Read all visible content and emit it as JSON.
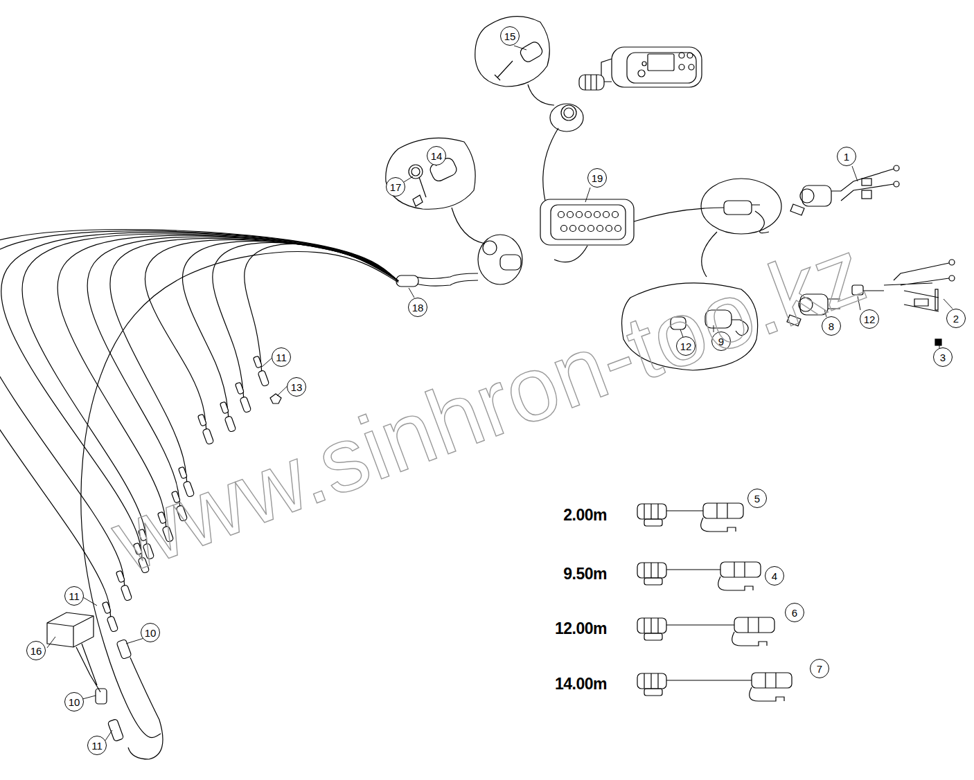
{
  "diagram": {
    "labels": [
      "1",
      "2",
      "3",
      "4",
      "5",
      "6",
      "7",
      "8",
      "9",
      "10",
      "10",
      "11",
      "11",
      "11",
      "12",
      "12",
      "13",
      "14",
      "15",
      "16",
      "17",
      "18",
      "19",
      "2.00m",
      "9.50m",
      "12.00m",
      "14.00m",
      "www.sinhron-too.kz"
    ]
  }
}
